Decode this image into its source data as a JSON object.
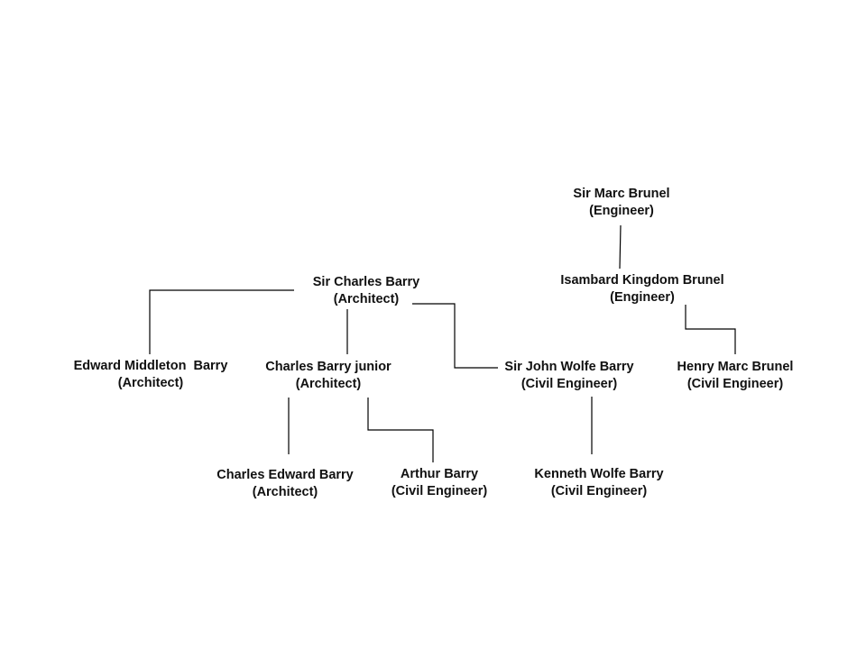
{
  "colors": {
    "line": "#000000",
    "text": "#111111",
    "background": "#ffffff"
  },
  "nodes": {
    "marc_brunel": {
      "name": "Sir Marc Brunel",
      "role": "(Engineer)"
    },
    "isambard": {
      "name": "Isambard Kingdom Brunel",
      "role": "(Engineer)"
    },
    "charles_barry": {
      "name": "Sir Charles Barry",
      "role": "(Architect)"
    },
    "edward": {
      "name": "Edward Middleton  Barry",
      "role": "(Architect)"
    },
    "charles_junior": {
      "name": "Charles Barry junior",
      "role": "(Architect)"
    },
    "john_wolfe": {
      "name": "Sir John Wolfe Barry",
      "role": "(Civil Engineer)"
    },
    "henry_marc": {
      "name": "Henry Marc Brunel",
      "role": "(Civil Engineer)"
    },
    "charles_edward": {
      "name": "Charles Edward Barry",
      "role": "(Architect)"
    },
    "arthur": {
      "name": "Arthur Barry",
      "role": "(Civil Engineer)"
    },
    "kenneth": {
      "name": "Kenneth Wolfe Barry",
      "role": "(Civil Engineer)"
    }
  }
}
